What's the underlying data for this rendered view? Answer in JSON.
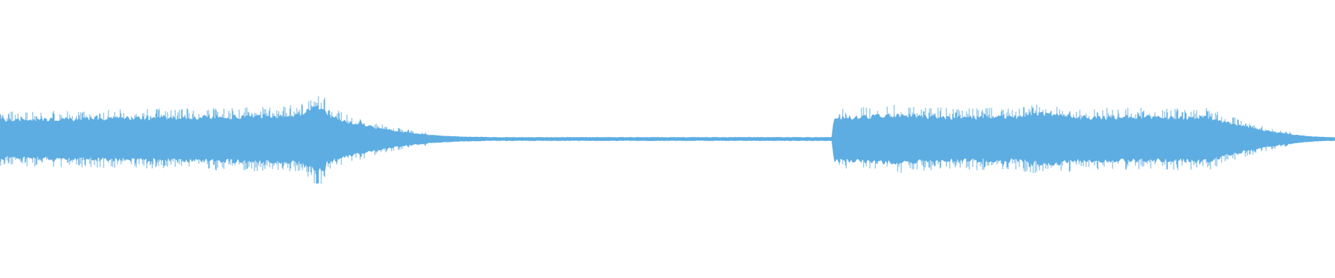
{
  "waveform": {
    "color": "#5dade2",
    "background": "#ffffff",
    "segments": [
      {
        "role": "audio-clip-1",
        "shape": "sustained-then-decay"
      },
      {
        "role": "near-silence",
        "shape": "flat"
      },
      {
        "role": "audio-clip-2",
        "shape": "sudden-onset-sustained-then-decay"
      }
    ]
  }
}
